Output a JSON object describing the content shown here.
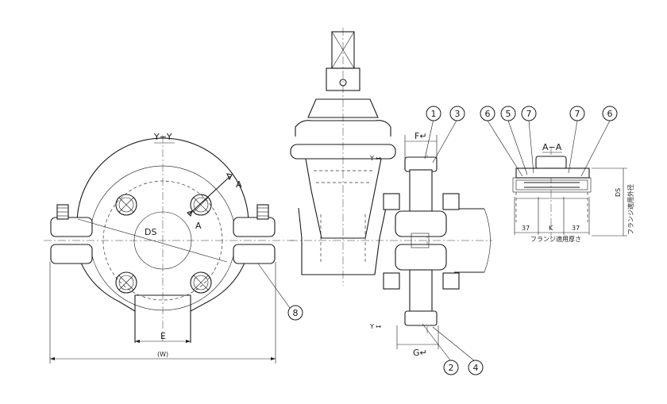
{
  "views": {
    "front_title": "Y−Y",
    "section_title": "A−A"
  },
  "labels": {
    "section_a_top": "A",
    "section_a_bottom": "A",
    "ds_front": "DS",
    "dim_e": "E",
    "dim_w": "(W)",
    "dim_f": "F↵",
    "dim_g": "G↵",
    "cut_y_top": "Y ↦",
    "cut_y_bottom": "Y ↦",
    "dim_37_left": "37",
    "dim_k": "K",
    "dim_37_right": "37",
    "flange_thickness": "フランジ適用厚さ",
    "ds_side": "DS",
    "flange_od": "フランジ適用外径"
  },
  "balloons": [
    "1",
    "2",
    "3",
    "4",
    "5",
    "6",
    "6",
    "7",
    "7",
    "8"
  ],
  "colors": {
    "line": "#1a1a1a",
    "background": "#ffffff"
  }
}
